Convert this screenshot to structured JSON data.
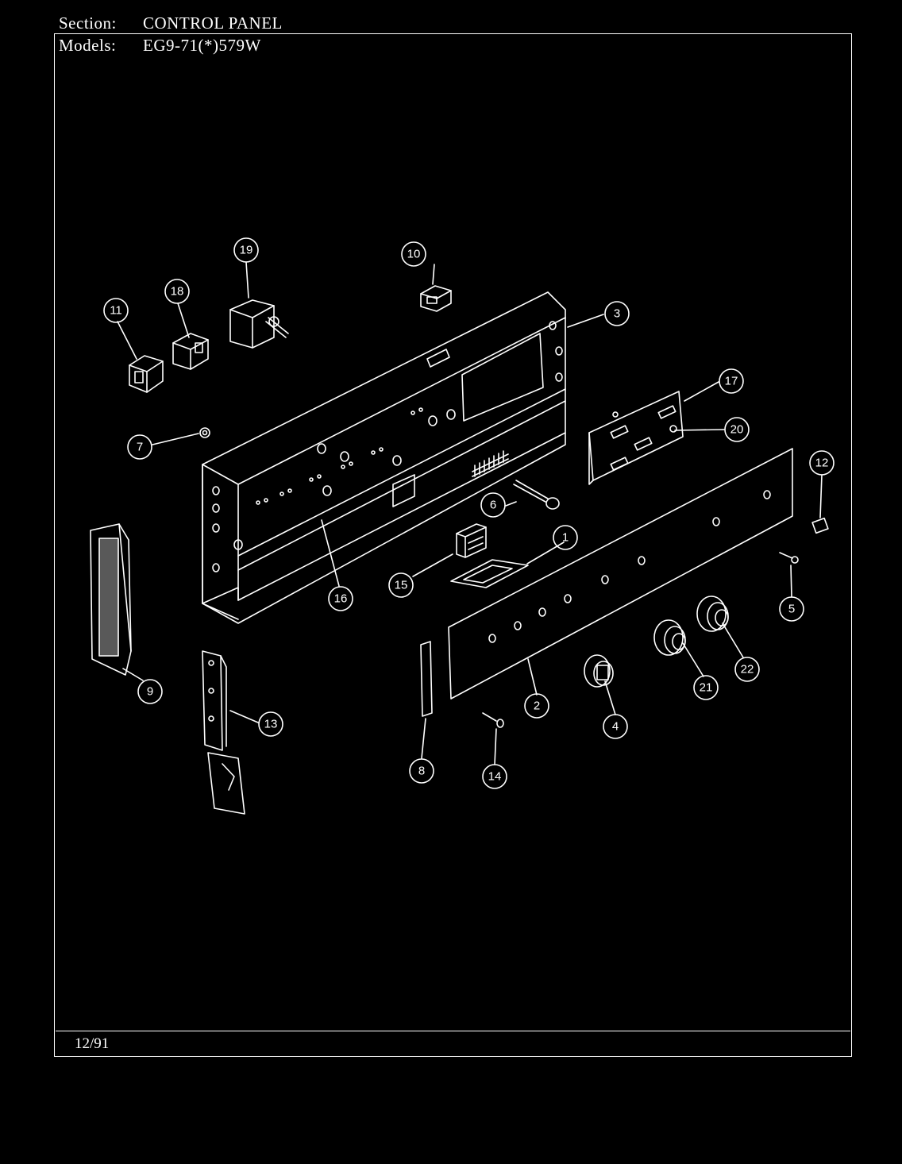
{
  "header": {
    "section_label": "Section:",
    "section_value": "CONTROL PANEL",
    "models_label": "Models:",
    "models_value": "EG9-71(*)579W"
  },
  "footer": {
    "date": "12/91"
  },
  "callouts": [
    "1",
    "2",
    "3",
    "4",
    "5",
    "6",
    "7",
    "8",
    "9",
    "10",
    "11",
    "12",
    "13",
    "14",
    "15",
    "16",
    "17",
    "18",
    "19",
    "20",
    "21",
    "22"
  ],
  "colors": {
    "background": "#000000",
    "line": "#ffffff"
  }
}
